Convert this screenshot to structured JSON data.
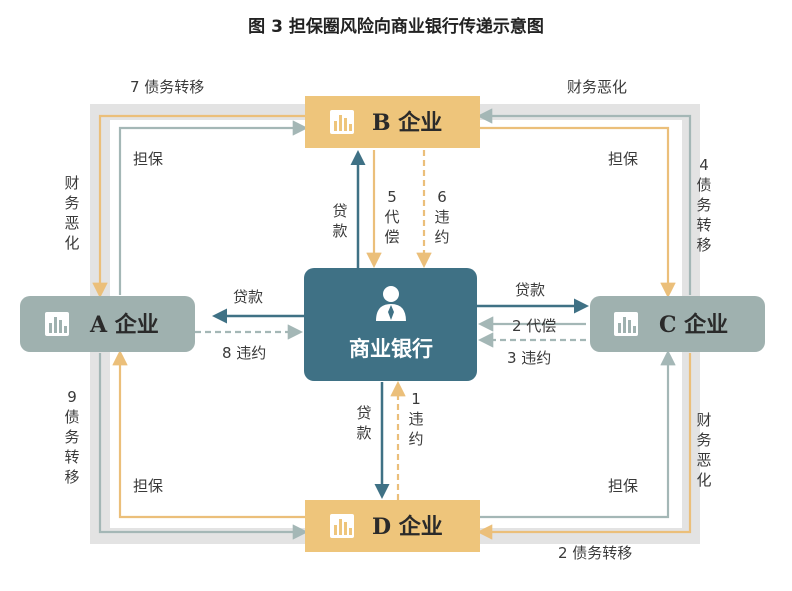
{
  "title": "图 3  担保圈风险向商业银行传递示意图",
  "nodes": {
    "bank": "商业银行",
    "a": "A 企业",
    "b": "B 企业",
    "c": "C 企业",
    "d": "D 企业"
  },
  "icons": {
    "enterprise": "bar-chart-icon",
    "bank": "person-icon"
  },
  "colors": {
    "ring": "#e2e2e2",
    "teal": "#3f7185",
    "gray_box": "#9fb1af",
    "yellow_box": "#eec57b",
    "orange_arrow": "#ebbf7a",
    "gray_arrow": "#a4b7b6"
  },
  "labels": {
    "top_left_transfer": "7 债务转移",
    "top_right_deteriorate": "财务恶化",
    "guarantee_tl": "担保",
    "guarantee_tr": "担保",
    "guarantee_bl": "担保",
    "guarantee_br": "担保",
    "left_top_deteriorate": "财务恶化",
    "right_top_transfer": "4 债务转移",
    "left_bottom_transfer": "9 债务转移",
    "right_bottom_deteriorate": "财务恶化",
    "bottom_right_transfer": "2 债务转移",
    "loan_b": "贷款",
    "compensate_5": "5 代偿",
    "default_6": "6 违约",
    "loan_a": "贷款",
    "default_8": "8 违约",
    "loan_c": "贷款",
    "compensate_2": "2 代偿",
    "default_3": "3 违约",
    "loan_d": "贷款",
    "default_1": "1 违约"
  }
}
